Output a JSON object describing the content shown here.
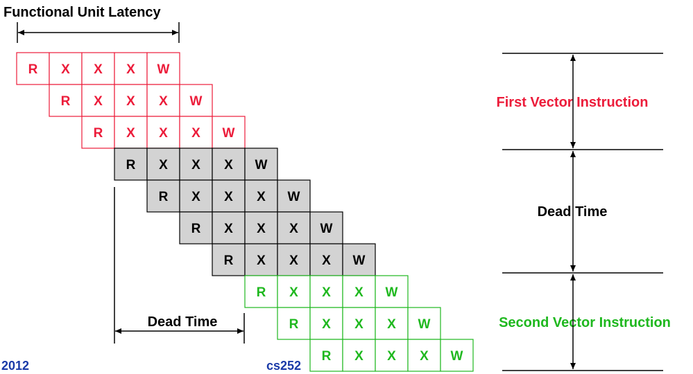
{
  "title": "Functional Unit Latency",
  "stage_labels": [
    "R",
    "X",
    "X",
    "X",
    "W"
  ],
  "groups": [
    {
      "name": "first",
      "rows": 3,
      "fill": "#ffffff",
      "stroke": "#ec1c3a",
      "text": "#ec1c3a"
    },
    {
      "name": "dead",
      "rows": 4,
      "fill": "#d3d3d3",
      "stroke": "#000000",
      "text": "#000000"
    },
    {
      "name": "second",
      "rows": 3,
      "fill": "#ffffff",
      "stroke": "#1fb81f",
      "text": "#1fb81f"
    }
  ],
  "left_dead_time_label": "Dead Time",
  "right_panel": {
    "first_label": "First Vector Instruction",
    "dead_label": "Dead Time",
    "second_label": "Second Vector Instruction"
  },
  "footer": {
    "left": "2012",
    "center": "cs252"
  },
  "colors": {
    "red": "#ec1c3a",
    "green": "#1fb81f",
    "footer_blue": "#1a3aa8",
    "black": "#000000"
  }
}
